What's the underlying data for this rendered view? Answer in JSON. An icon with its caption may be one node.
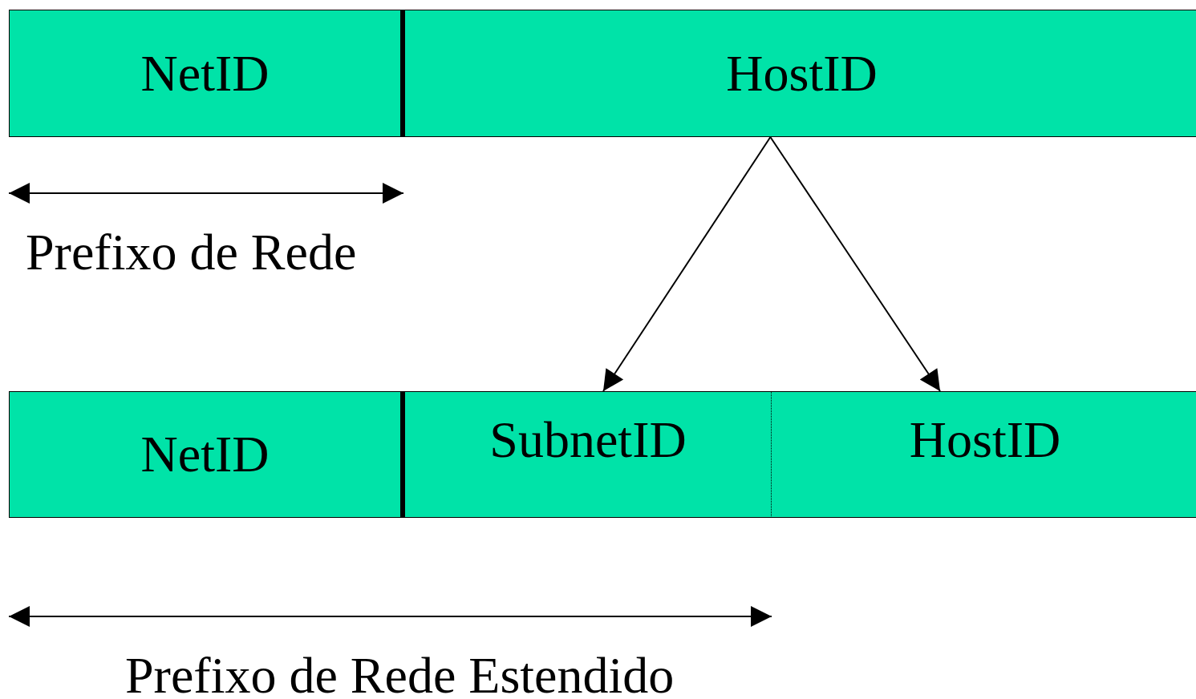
{
  "diagram": {
    "nodes": [
      {
        "text": [
          "NetID"
        ]
      },
      {
        "text": [
          "HostID"
        ]
      },
      {
        "text": [
          "NetID"
        ]
      },
      {
        "text": [
          "SubnetID"
        ]
      },
      {
        "text": [
          "HostID"
        ]
      }
    ],
    "edges": [
      {
        "from": 1,
        "to": 3,
        "arrow": "to"
      },
      {
        "from": 1,
        "to": 4,
        "arrow": "to"
      }
    ],
    "labels": [
      "Prefixo de Rede",
      "Prefixo de Rede Estendido"
    ]
  }
}
